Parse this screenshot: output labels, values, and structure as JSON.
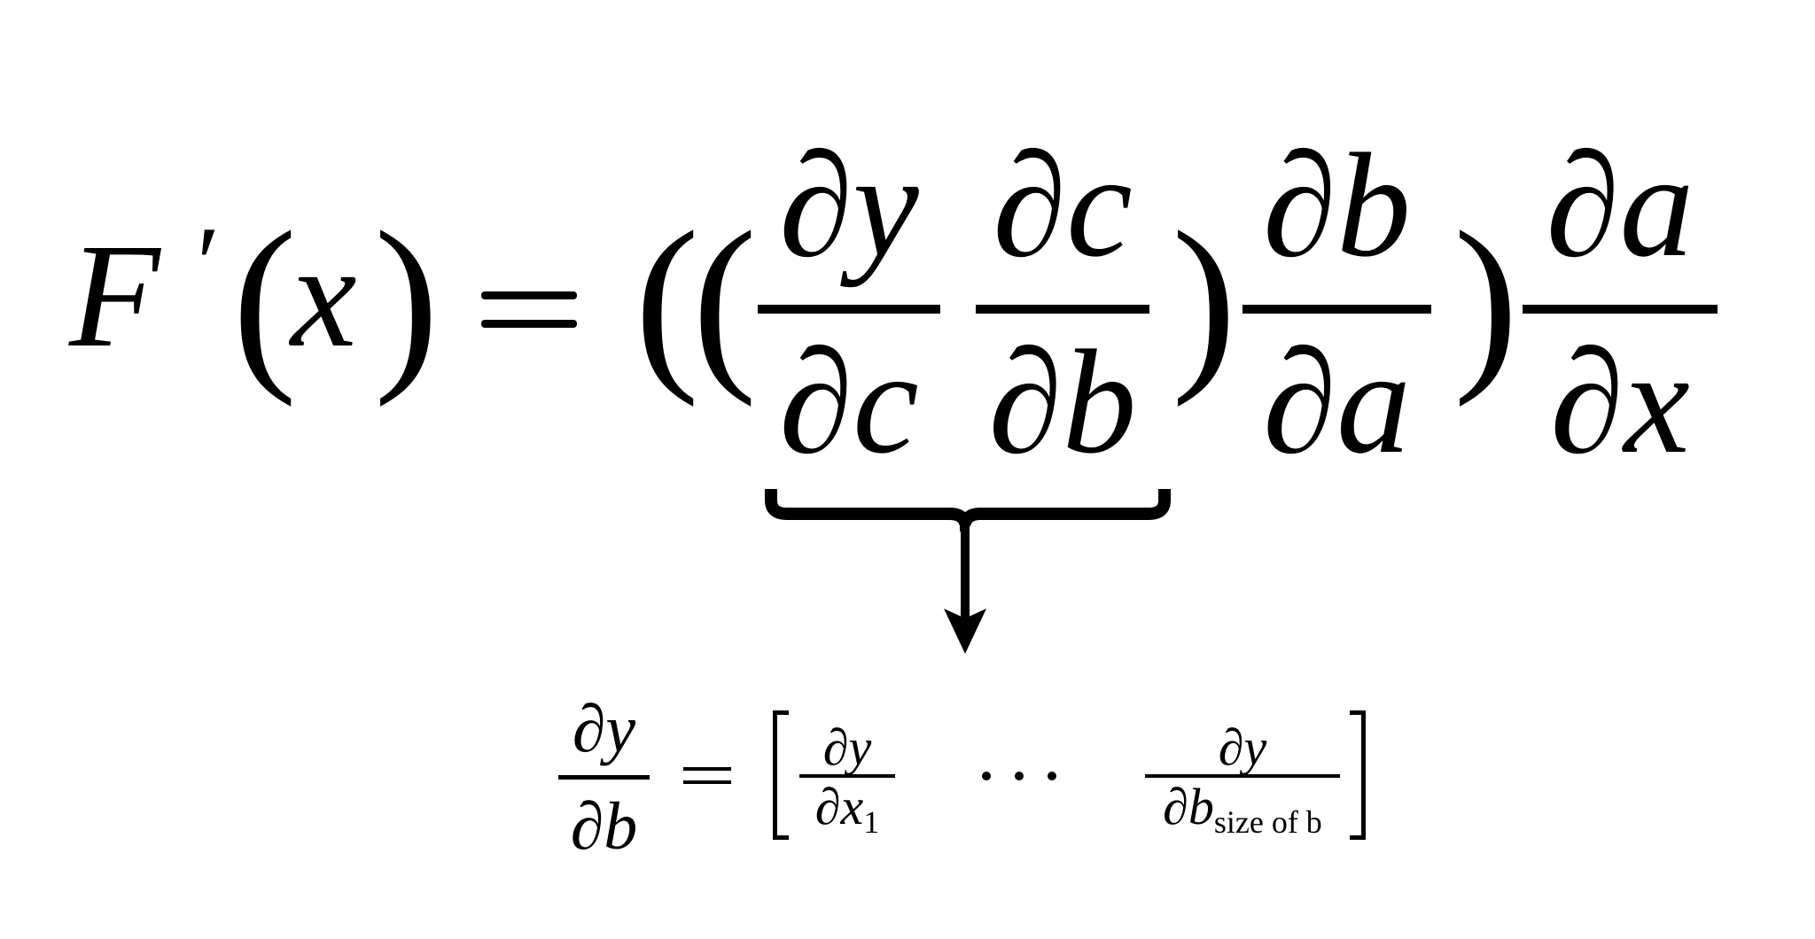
{
  "main_equation": {
    "lhs": {
      "function": "F",
      "prime": "′",
      "open_paren": "(",
      "variable": "x",
      "close_paren": ")"
    },
    "equals": "=",
    "outer_open_paren": "(",
    "inner_open_paren": "(",
    "fractions": [
      {
        "numerator": "∂y",
        "denominator": "∂c"
      },
      {
        "numerator": "∂c",
        "denominator": "∂b"
      },
      {
        "numerator": "∂b",
        "denominator": "∂a"
      },
      {
        "numerator": "∂a",
        "denominator": "∂x"
      }
    ],
    "inner_close_paren": ")",
    "outer_close_paren": ")"
  },
  "annotation": {
    "underbrace_spans": [
      "∂y/∂c",
      "∂c/∂b"
    ],
    "arrow_direction": "down"
  },
  "expanded_equation": {
    "lhs": {
      "numerator": "∂y",
      "denominator": "∂b"
    },
    "equals": "=",
    "row_vector": {
      "open_bracket": "[",
      "first": {
        "numerator": "∂y",
        "denominator_main": "∂x",
        "denominator_sub": "1"
      },
      "ellipsis": "···",
      "last": {
        "numerator": "∂y",
        "denominator_main": "∂b",
        "denominator_sub": "size of b"
      },
      "close_bracket": "]"
    }
  },
  "colors": {
    "ink": "#000000",
    "background": "#ffffff"
  }
}
